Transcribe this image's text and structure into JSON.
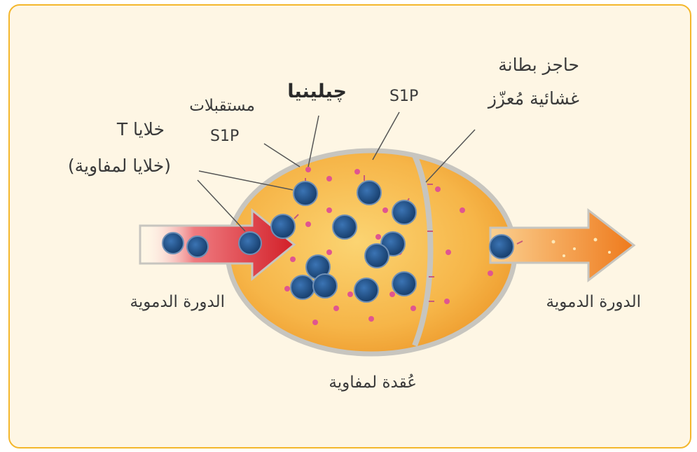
{
  "labels": {
    "t_cells_line1": "خلايا T",
    "t_cells_line2": "(خلايا لمفاوية)",
    "s1p_receptors_line1": "مستقبلات",
    "s1p_receptors_line2": "S1P",
    "gilenya": "چيلينيا",
    "s1p": "S1P",
    "barrier_line1": "حاجز بطانة",
    "barrier_line2": "غشائية مُعزّز",
    "circulation_left": "الدورة الدموية",
    "circulation_right": "الدورة الدموية",
    "lymph_node": "عُقدة لمفاوية"
  },
  "colors": {
    "panel_border": "#f4b72c",
    "panel_bg": "#fef6e4",
    "node_fill": "#f7b54a",
    "cell": "#1f4f86",
    "drug_dot": "#e05590",
    "arrow_in": "#d6222a",
    "arrow_out": "#f28a2a"
  }
}
